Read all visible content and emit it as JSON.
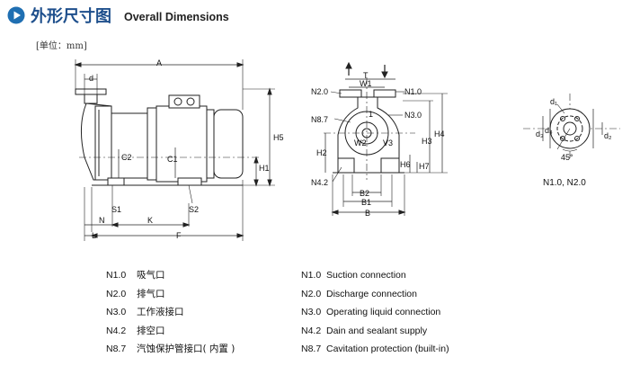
{
  "header": {
    "title_cn": "外形尺寸图",
    "title_en": "Overall Dimensions"
  },
  "unit_note": "[单位：mm]",
  "front_view": {
    "labels": {
      "A": "A",
      "d": "d",
      "C1": "C1",
      "C2": "C2",
      "H1": "H1",
      "H5": "H5",
      "S1": "S1",
      "S2": "S2",
      "N": "N",
      "K": "K",
      "L": "L",
      "F": "F"
    }
  },
  "side_view": {
    "labels": {
      "T": "T",
      "W1": "W1",
      "W2": "W2",
      "V3": "V3",
      "one": "1",
      "N2_0": "N2.0",
      "N1_0": "N1.0",
      "N8_7": "N8.7",
      "N3_0": "N3.0",
      "N4_2": "N4.2",
      "H2": "H2",
      "H3": "H3",
      "H4": "H4",
      "H6": "H6",
      "H7": "H7",
      "B2": "B2",
      "B1": "B1",
      "B": "B"
    }
  },
  "flange_view": {
    "labels": {
      "d1": "d₁",
      "d3": "d₃",
      "d4": "d₄",
      "d2": "d₂",
      "angle": "45°"
    },
    "caption": "N1.0, N2.0"
  },
  "legend_cn": [
    {
      "code": "N1.0",
      "text": "吸气口"
    },
    {
      "code": "N2.0",
      "text": "排气口"
    },
    {
      "code": "N3.0",
      "text": "工作液接口"
    },
    {
      "code": "N4.2",
      "text": "排空口"
    },
    {
      "code": "N8.7",
      "text": "汽蚀保护管接口( 内置 )"
    }
  ],
  "legend_en": [
    {
      "code": "N1.0",
      "text": "Suction connection"
    },
    {
      "code": "N2.0",
      "text": "Discharge connection"
    },
    {
      "code": "N3.0",
      "text": "Operating liquid connection"
    },
    {
      "code": "N4.2",
      "text": "Dain and sealant supply"
    },
    {
      "code": "N8.7",
      "text": "Cavitation protection (built-in)"
    }
  ],
  "colors": {
    "title": "#1e4f8c",
    "play_icon": "#1f6fb2",
    "line": "#222222"
  }
}
